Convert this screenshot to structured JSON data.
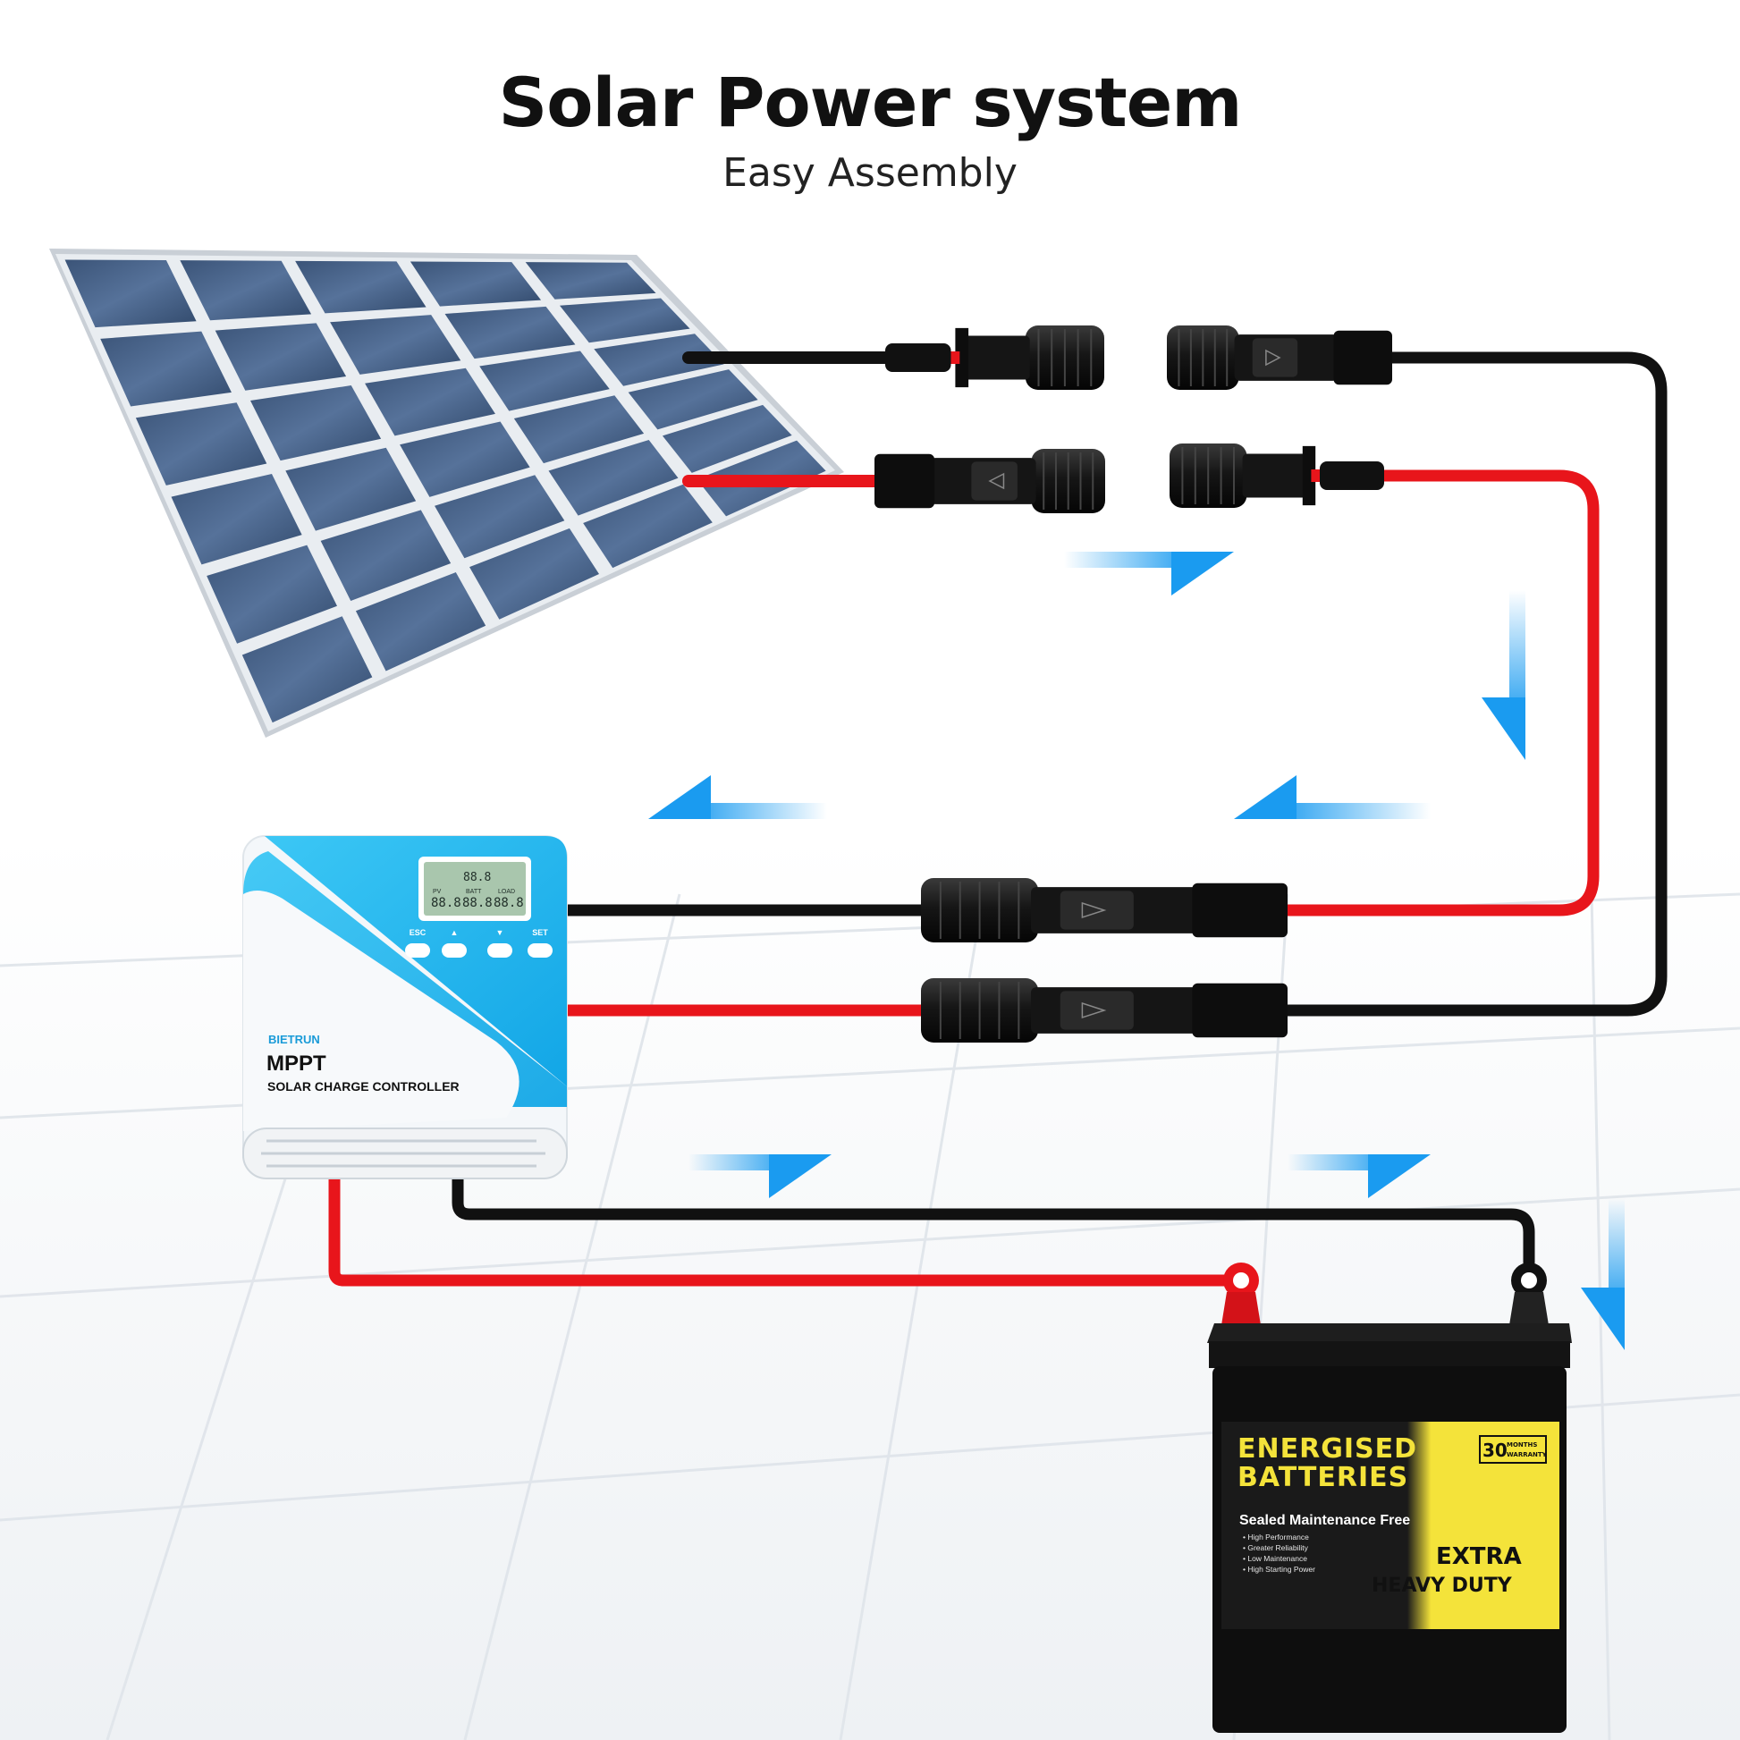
{
  "header": {
    "title": "Solar Power system",
    "subtitle": "Easy Assembly"
  },
  "controller": {
    "brand": "BIETRUN",
    "model": "MPPT",
    "name": "SOLAR CHARGE CONTROLLER",
    "buttons": [
      "ESC",
      "▲",
      "▼",
      "SET"
    ],
    "display": {
      "digits": "88.8",
      "pv_label": "PV",
      "batt_label": "BATT",
      "load_label": "LOAD"
    }
  },
  "battery": {
    "brand_line1": "ENERGISED",
    "brand_line2": "BATTERIES",
    "warranty_number": "30",
    "warranty_text_1": "MONTHS",
    "warranty_text_2": "WARRANTY",
    "tagline": "Sealed Maintenance Free",
    "features": [
      "High Performance",
      "Greater Reliability",
      "Low Maintenance",
      "High Starting Power"
    ],
    "badge_line1": "EXTRA",
    "badge_line2": "HEAVY DUTY"
  },
  "colors": {
    "cable_positive": "#e8151b",
    "cable_negative": "#111111",
    "flow_arrow": "#1a9bf0",
    "controller_accent": "#1ab0ec",
    "battery_label": "#f4e33a"
  }
}
